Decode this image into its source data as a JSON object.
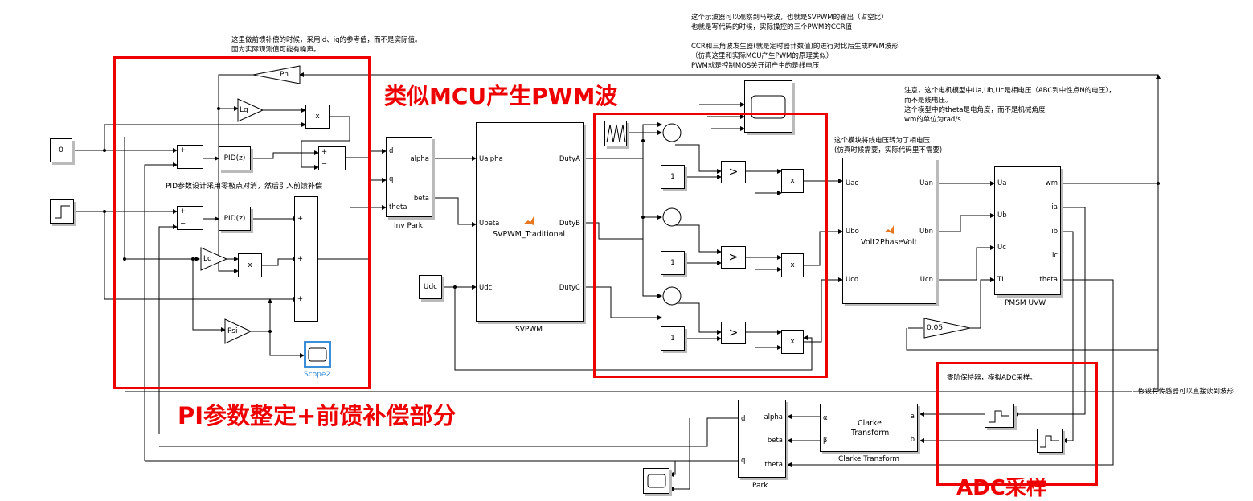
{
  "annotations": {
    "pi_note": [
      "这里做前馈补偿的时候，采用id、iq的参考值，而不是实际值。",
      "因为实际观测值可能有噪声。"
    ],
    "scope_note": [
      "这个示波器可以观察到马鞍波，也就是SVPWM的输出（占空比）",
      "也就是写代码的时候，实际操控的三个PWM的CCR值",
      "",
      "CCR和三角波发生器(就是定时器计数值)的进行对比后生成PWM波形",
      "（仿真这里和实际MCU产生PWM的原理类似）",
      "PWM就是控制MOS关开闭产生的是线电压"
    ],
    "motor_note": [
      "注意，这个电机模型中Ua,Ub,Uc是相电压（ABC到中性点N的电压），",
      "而不是线电压。",
      "这个模型中的theta是电角度，而不是机械角度",
      "wm的单位为rad/s"
    ],
    "volt_note": [
      "这个模块将线电压转为了相电压",
      "(仿真时候需要，实际代码里不需要)"
    ],
    "pid_note": "PID参数设计采用零极点对消，然后引入前馈补偿",
    "adc_note": "零阶保持器，模拟ADC采样。",
    "sensor_note": "假设有传感器可以直接读到波形"
  },
  "red_labels": {
    "mcu_pwm": "类似MCU产生PWM波",
    "pi_tuning": "PI参数整定+前馈补偿部分",
    "adc": "ADC采样"
  },
  "blocks": {
    "const0": "0",
    "pn": "Pn",
    "lq": "Lq",
    "ld": "Ld",
    "psi": "Psi",
    "mul": "x",
    "pid": "PID(z)",
    "scope2": "Scope2",
    "udc": "Udc",
    "const1": "1",
    "gain005": "0.05",
    "inv_park": {
      "name": "Inv Park",
      "in": [
        "d",
        "q",
        "theta"
      ],
      "out": [
        "alpha",
        "beta"
      ]
    },
    "svpwm": {
      "name": "SVPWM",
      "title": "SVPWM_Traditional",
      "in": [
        "Ualpha",
        "Ubeta",
        "Udc"
      ],
      "out": [
        "DutyA",
        "DutyB",
        "DutyC"
      ]
    },
    "volt2phase": {
      "title": "Volt2PhaseVolt",
      "in": [
        "Uao",
        "Ubo",
        "Uco"
      ],
      "out": [
        "Uan",
        "Ubn",
        "Ucn"
      ]
    },
    "pmsm": {
      "name": "PMSM UVW",
      "in": [
        "Ua",
        "Ub",
        "Uc",
        "TL"
      ],
      "out": [
        "wm",
        "ia",
        "ib",
        "ic",
        "theta"
      ]
    },
    "clarke": {
      "name": "Clarke Transform",
      "title": [
        "Clarke",
        "Transform"
      ],
      "in": [
        "a",
        "b"
      ],
      "out": [
        "α",
        "β"
      ]
    },
    "park": {
      "name": "Park",
      "in": [
        "alpha",
        "beta",
        "theta"
      ],
      "out": [
        "d",
        "q"
      ]
    },
    "sum_signs": {
      "plus": "+",
      "minus": "−"
    }
  },
  "colors": {
    "annotation_red": "#e00000",
    "line": "#000000",
    "scope_highlight": "#3b8fd9"
  }
}
